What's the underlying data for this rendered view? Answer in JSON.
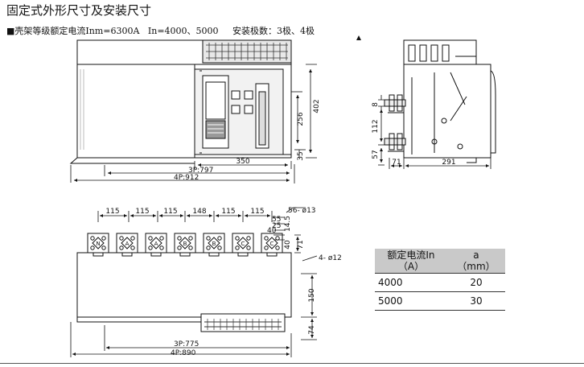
{
  "title": "固定式外形尺寸及安装尺寸",
  "subtitle": "■壳架等级额定电流Inm=6300A   In=4000、5000     安装极数：3极、4极",
  "front_view": {
    "dim_402": "402",
    "dim_256": "256",
    "dim_35": "35",
    "dim_350": "350",
    "dim_3p": "3P:797",
    "dim_4p": "4P:912"
  },
  "side_view": {
    "dim_8": "8",
    "dim_112": "112",
    "dim_57": "57",
    "dim_71": "71",
    "dim_291": "291"
  },
  "top_view": {
    "spacings": [
      "115",
      "115",
      "115",
      "148",
      "115",
      "115"
    ],
    "terminal_labels": [
      "N",
      "A",
      "A",
      "B",
      "B",
      "C",
      "C"
    ],
    "hole_label": "56- ø13",
    "dim_14_5": "14.5",
    "dim_55": "55",
    "dim_25": "25",
    "dim_40a": "40",
    "dim_40b": "40",
    "dim_71": "71",
    "mount_holes": "4- ø12",
    "dim_150": "150",
    "dim_74": "74",
    "dim_3p": "3P:775",
    "dim_4p": "4P:890"
  },
  "table": {
    "header_col1": [
      "额定电流In",
      "（A）"
    ],
    "header_col2": [
      "a",
      "（mm）"
    ],
    "rows": [
      {
        "in": "4000",
        "a": "20"
      },
      {
        "in": "5000",
        "a": "30"
      }
    ]
  }
}
